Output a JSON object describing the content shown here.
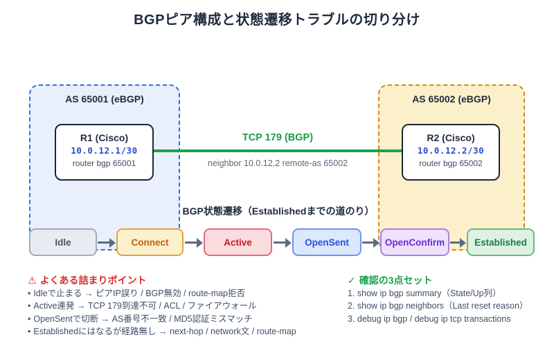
{
  "title": "BGPピア構成と状態遷移トラブルの切り分け",
  "as_left": {
    "label": "AS 65001 (eBGP)"
  },
  "as_right": {
    "label": "AS 65002 (eBGP)"
  },
  "routers": {
    "r1": {
      "name": "R1 (Cisco)",
      "ip": "10.0.12.1/30",
      "config": "router bgp 65001"
    },
    "r2": {
      "name": "R2 (Cisco)",
      "ip": "10.0.12.2/30",
      "config": "router bgp 65002"
    }
  },
  "link": {
    "label": "TCP 179 (BGP)",
    "command": "neighbor 10.0.12.2 remote-as 65002"
  },
  "transition": {
    "heading": "BGP状態遷移（Establishedまでの道のり）",
    "states": [
      {
        "label": "Idle"
      },
      {
        "label": "Connect"
      },
      {
        "label": "Active"
      },
      {
        "label": "OpenSent"
      },
      {
        "label": "OpenConfirm"
      },
      {
        "label": "Established"
      }
    ]
  },
  "pitfalls": {
    "icon": "⚠",
    "title": "よくある詰まりポイント",
    "bullet": "•",
    "items": [
      "Idleで止まる → ピアIP誤り / BGP無効 / route-map拒否",
      "Active連発 → TCP 179到達不可 / ACL / ファイアウォール",
      "OpenSentで切断 → AS番号不一致 / MD5認証ミスマッチ",
      "Establishedにはなるが経路無し → next-hop / network文 / route-map"
    ]
  },
  "checks": {
    "icon": "✓",
    "title": "確認の3点セット",
    "items": [
      "1. show ip bgp summary（State/Up列）",
      "2. show ip bgp neighbors（Last reset reason）",
      "3. debug ip bgp / debug ip tcp transactions"
    ]
  },
  "colors": {
    "title_text": "#1f2a3c",
    "as_left_border": "#2e6fe0",
    "as_left_bg": "#e9f0fb",
    "as_right_border": "#d8821c",
    "as_right_bg": "#fcf0ca",
    "router_border": "#1b2436",
    "router_ip_text": "#2b4bc6",
    "link_green": "#1da24e",
    "state_idle": "#46566b",
    "state_connect": "#bd5f10",
    "state_active": "#c01827",
    "state_opensent": "#2150d9",
    "state_openconfirm": "#6c2bd9",
    "state_established": "#177f43",
    "warning_red": "#dd2b2b",
    "check_green": "#17a24b",
    "body_text": "#3e4f66",
    "arrow_gray": "#5b6b7e"
  }
}
